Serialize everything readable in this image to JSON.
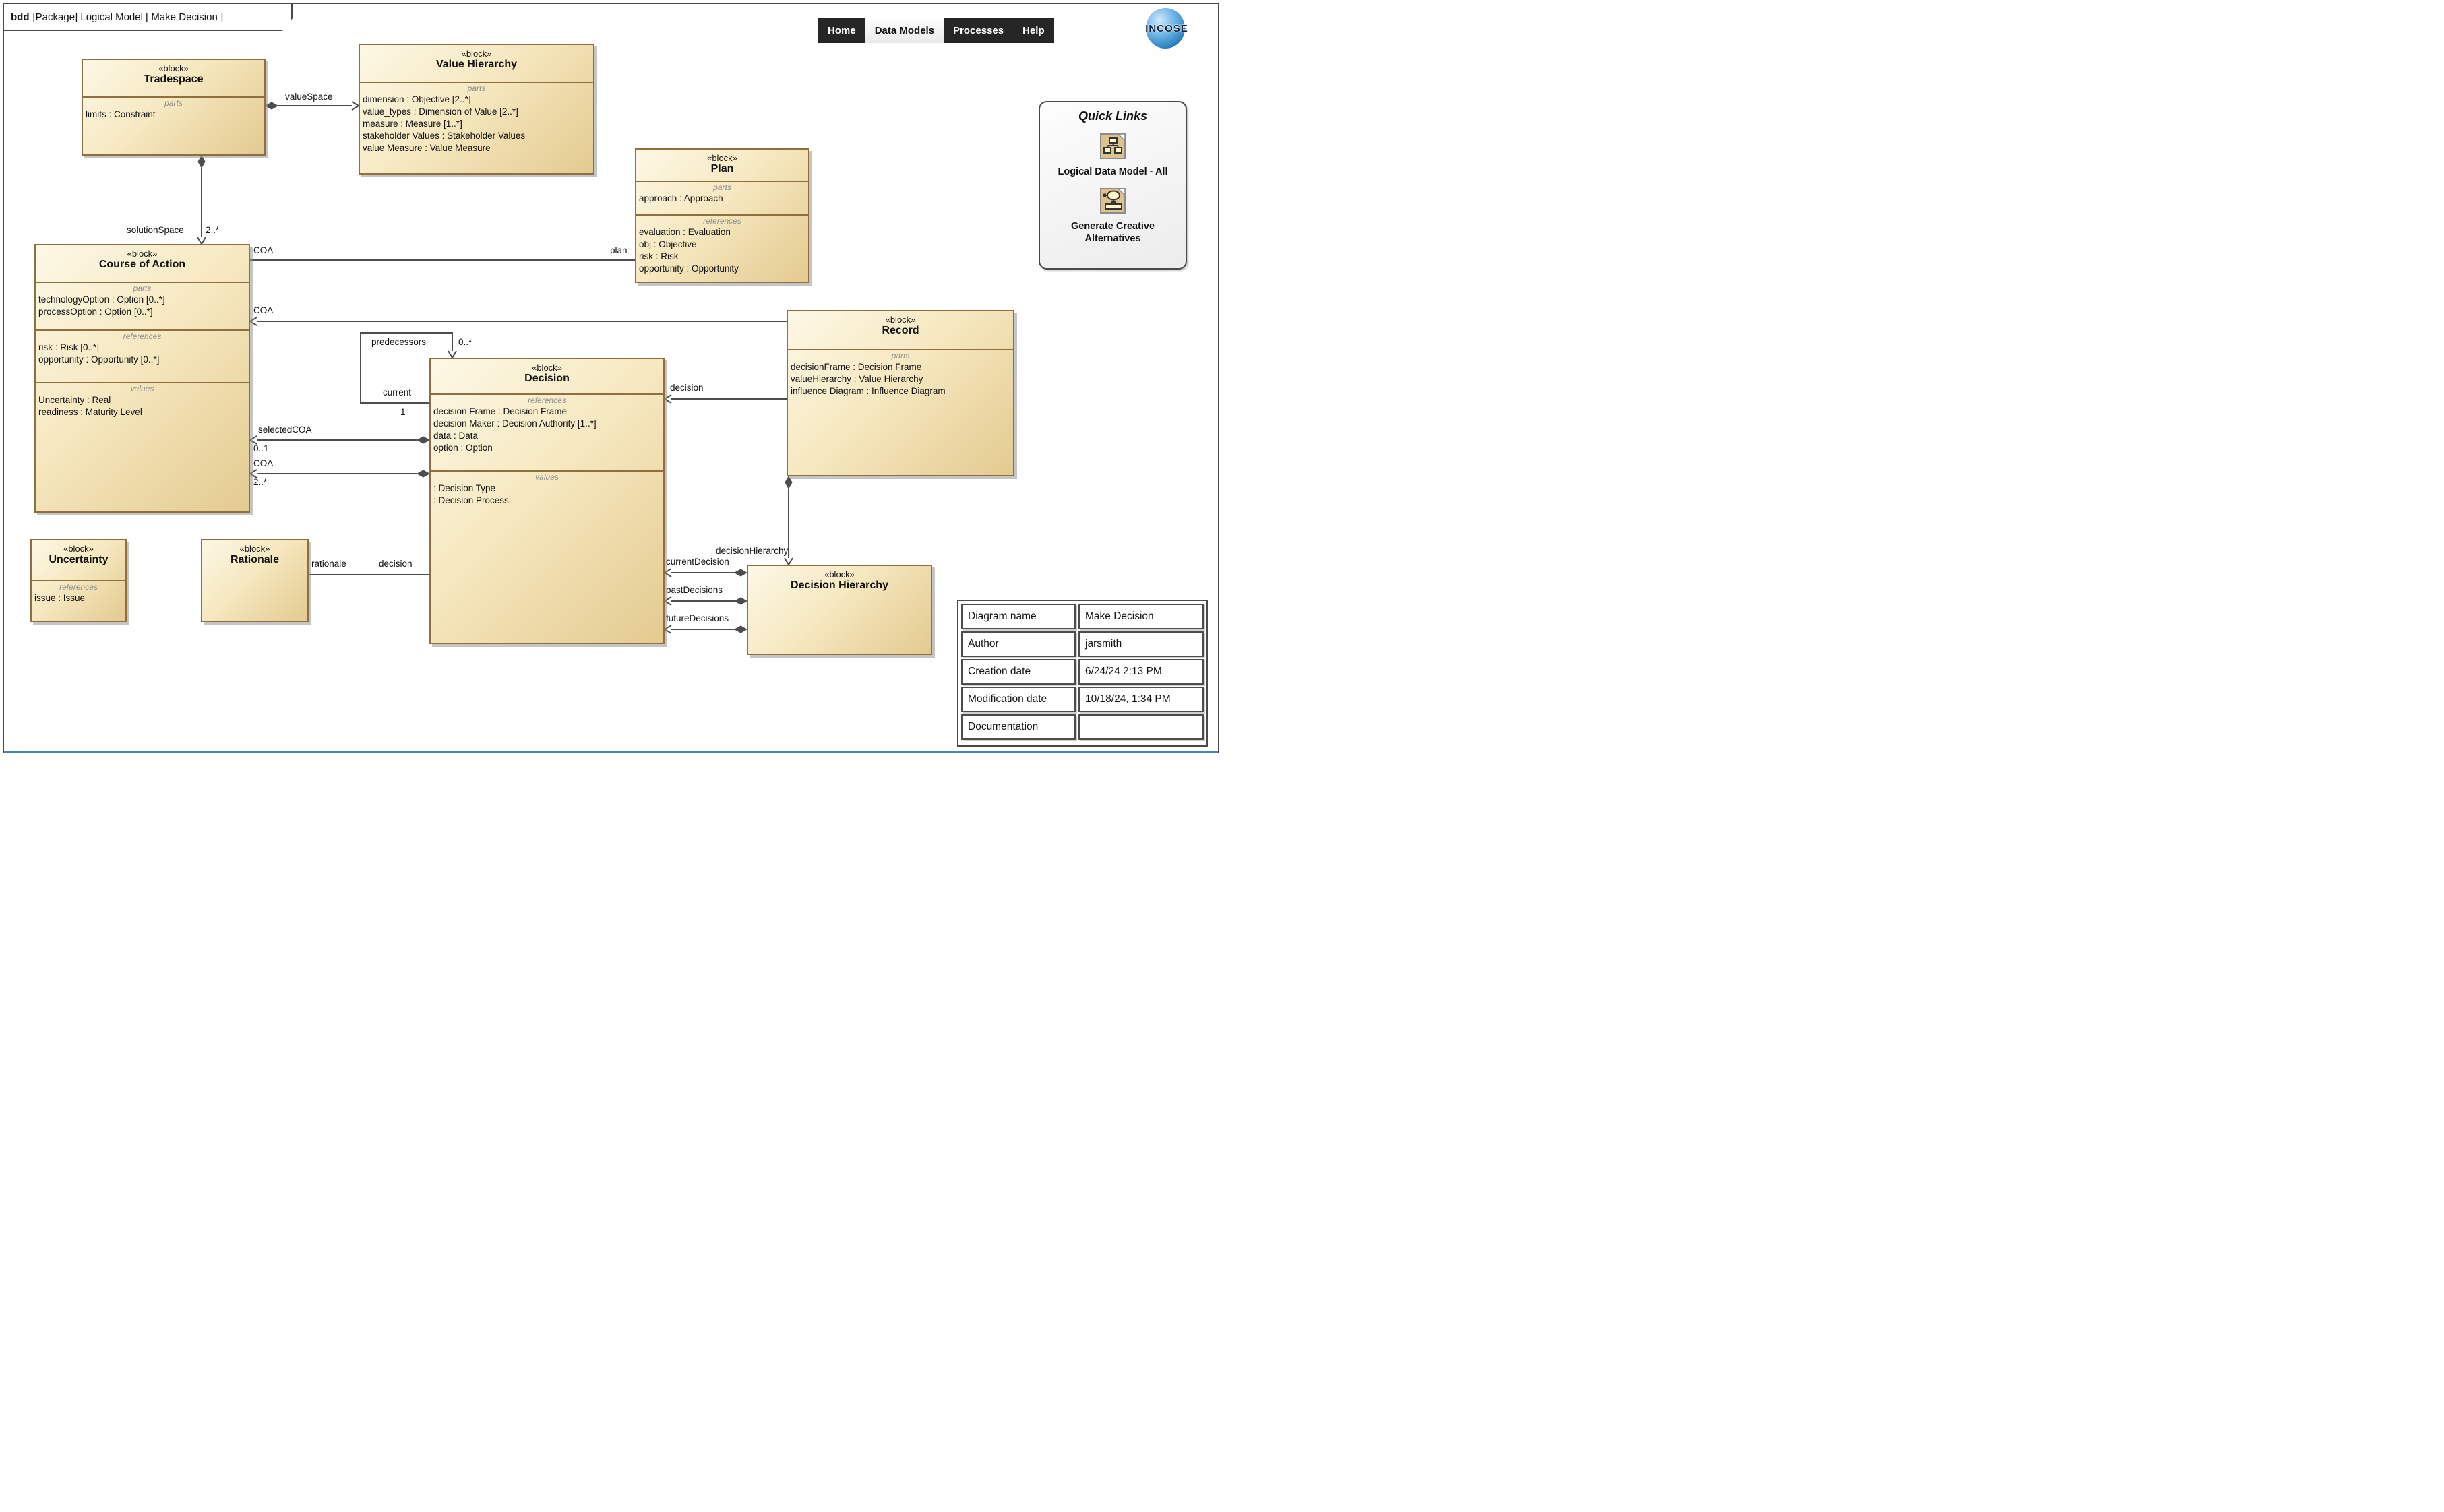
{
  "frame": {
    "kind": "bdd",
    "title": "[Package] Logical Model [ Make Decision ]"
  },
  "nav": {
    "items": [
      {
        "label": "Home",
        "active": false
      },
      {
        "label": "Data Models",
        "active": true
      },
      {
        "label": "Processes",
        "active": false
      },
      {
        "label": "Help",
        "active": false
      }
    ],
    "logo_text": "INCOSE"
  },
  "quick_links": {
    "title": "Quick Links",
    "links": [
      {
        "label": "Logical Data Model - All",
        "icon": "bdd-diagram-icon"
      },
      {
        "label": "Generate Creative Alternatives",
        "icon": "activity-diagram-icon"
      }
    ]
  },
  "blocks": {
    "tradespace": {
      "stereotype": "«block»",
      "name": "Tradespace",
      "compartments": [
        {
          "label": "parts",
          "items": [
            "limits : Constraint"
          ]
        }
      ]
    },
    "value_hierarchy": {
      "stereotype": "«block»",
      "name": "Value Hierarchy",
      "compartments": [
        {
          "label": "parts",
          "items": [
            "dimension : Objective [2..*]",
            "value_types : Dimension of Value [2..*]",
            "measure : Measure [1..*]",
            "stakeholder Values : Stakeholder Values",
            "value Measure : Value Measure"
          ]
        }
      ]
    },
    "plan": {
      "stereotype": "«block»",
      "name": "Plan",
      "compartments": [
        {
          "label": "parts",
          "items": [
            "approach : Approach"
          ]
        },
        {
          "label": "references",
          "items": [
            "evaluation : Evaluation",
            "obj : Objective",
            "risk : Risk",
            "opportunity : Opportunity"
          ]
        }
      ]
    },
    "course_of_action": {
      "stereotype": "«block»",
      "name": "Course of Action",
      "compartments": [
        {
          "label": "parts",
          "items": [
            "technologyOption : Option [0..*]",
            "processOption : Option [0..*]"
          ]
        },
        {
          "label": "references",
          "items": [
            "risk : Risk [0..*]",
            "opportunity : Opportunity [0..*]"
          ]
        },
        {
          "label": "values",
          "items": [
            "Uncertainty : Real",
            "readiness : Maturity Level"
          ]
        }
      ]
    },
    "record": {
      "stereotype": "«block»",
      "name": "Record",
      "compartments": [
        {
          "label": "parts",
          "items": [
            "decisionFrame : Decision Frame",
            "valueHierarchy : Value Hierarchy",
            "influence Diagram : Influence Diagram"
          ]
        }
      ]
    },
    "decision": {
      "stereotype": "«block»",
      "name": "Decision",
      "compartments": [
        {
          "label": "references",
          "items": [
            "decision Frame : Decision Frame",
            "decision Maker : Decision Authority [1..*]",
            "data : Data",
            "option : Option"
          ]
        },
        {
          "label": "values",
          "items": [
            ": Decision Type",
            ": Decision Process"
          ]
        }
      ]
    },
    "uncertainty": {
      "stereotype": "«block»",
      "name": "Uncertainty",
      "compartments": [
        {
          "label": "references",
          "items": [
            "issue : Issue"
          ]
        }
      ]
    },
    "rationale": {
      "stereotype": "«block»",
      "name": "Rationale",
      "compartments": []
    },
    "decision_hierarchy": {
      "stereotype": "«block»",
      "name": "Decision Hierarchy",
      "compartments": []
    }
  },
  "edge_labels": {
    "value_space": "valueSpace",
    "solution_space": "solutionSpace",
    "solution_space_mult": "2..*",
    "coa_plan_coa": "COA",
    "coa_plan_plan": "plan",
    "record_coa": "COA",
    "record_decision": "decision",
    "predecessors": "predecessors",
    "predecessors_mult": "0..*",
    "current": "current",
    "current_mult": "1",
    "selected_coa": "selectedCOA",
    "selected_coa_mult": "0..1",
    "coa_decision": "COA",
    "coa_decision_mult": "2..*",
    "rationale": "rationale",
    "rationale_decision": "decision",
    "decision_hierarchy": "decisionHierarchy",
    "current_decision": "currentDecision",
    "past_decisions": "pastDecisions",
    "future_decisions": "futureDecisions"
  },
  "info_table": {
    "rows": [
      {
        "label": "Diagram name",
        "value": "Make Decision"
      },
      {
        "label": "Author",
        "value": "jarsmith"
      },
      {
        "label": "Creation date",
        "value": "6/24/24 2:13 PM"
      },
      {
        "label": "Modification date",
        "value": "10/18/24, 1:34 PM"
      },
      {
        "label": "Documentation",
        "value": ""
      }
    ]
  }
}
